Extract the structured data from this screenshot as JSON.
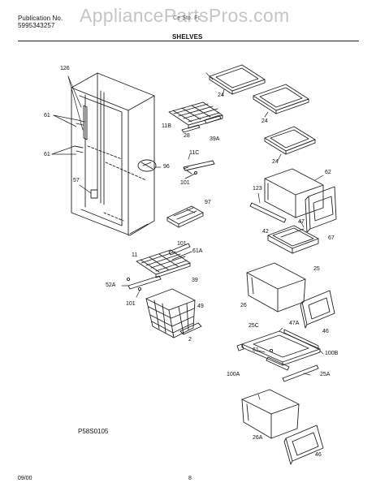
{
  "header": {
    "publication_label": "Publication No.",
    "publication_number": "5995343257",
    "model_text": "Ce Sto. Fc",
    "section_title": "SHELVES"
  },
  "watermark": "AppliancePartsPros.com",
  "callouts": {
    "c126": "126",
    "c61a": "61",
    "c61b": "61",
    "c57": "57",
    "c96": "96",
    "c11b": "11B",
    "c28": "28",
    "c39a": "39A",
    "c11c": "11C",
    "c101a": "101",
    "c97": "97",
    "c11": "11",
    "c101b": "101",
    "c61a_right": "61A",
    "c39": "39",
    "c52a": "52A",
    "c101c": "101",
    "c49": "49",
    "c2": "2",
    "c24a": "24",
    "c24b": "24",
    "c24c": "24",
    "c62": "62",
    "c123": "123",
    "c47": "47",
    "c42": "42",
    "c67": "67",
    "c25": "25",
    "c26": "26",
    "c46a": "46",
    "c25c": "25C",
    "c47a": "47A",
    "c61c": "61",
    "c100b": "100B",
    "c100a": "100A",
    "c25a": "25A",
    "c26a": "26A",
    "c46b": "46"
  },
  "figure_id": "P58S0105",
  "footer": {
    "date": "09/00",
    "page": "8"
  }
}
